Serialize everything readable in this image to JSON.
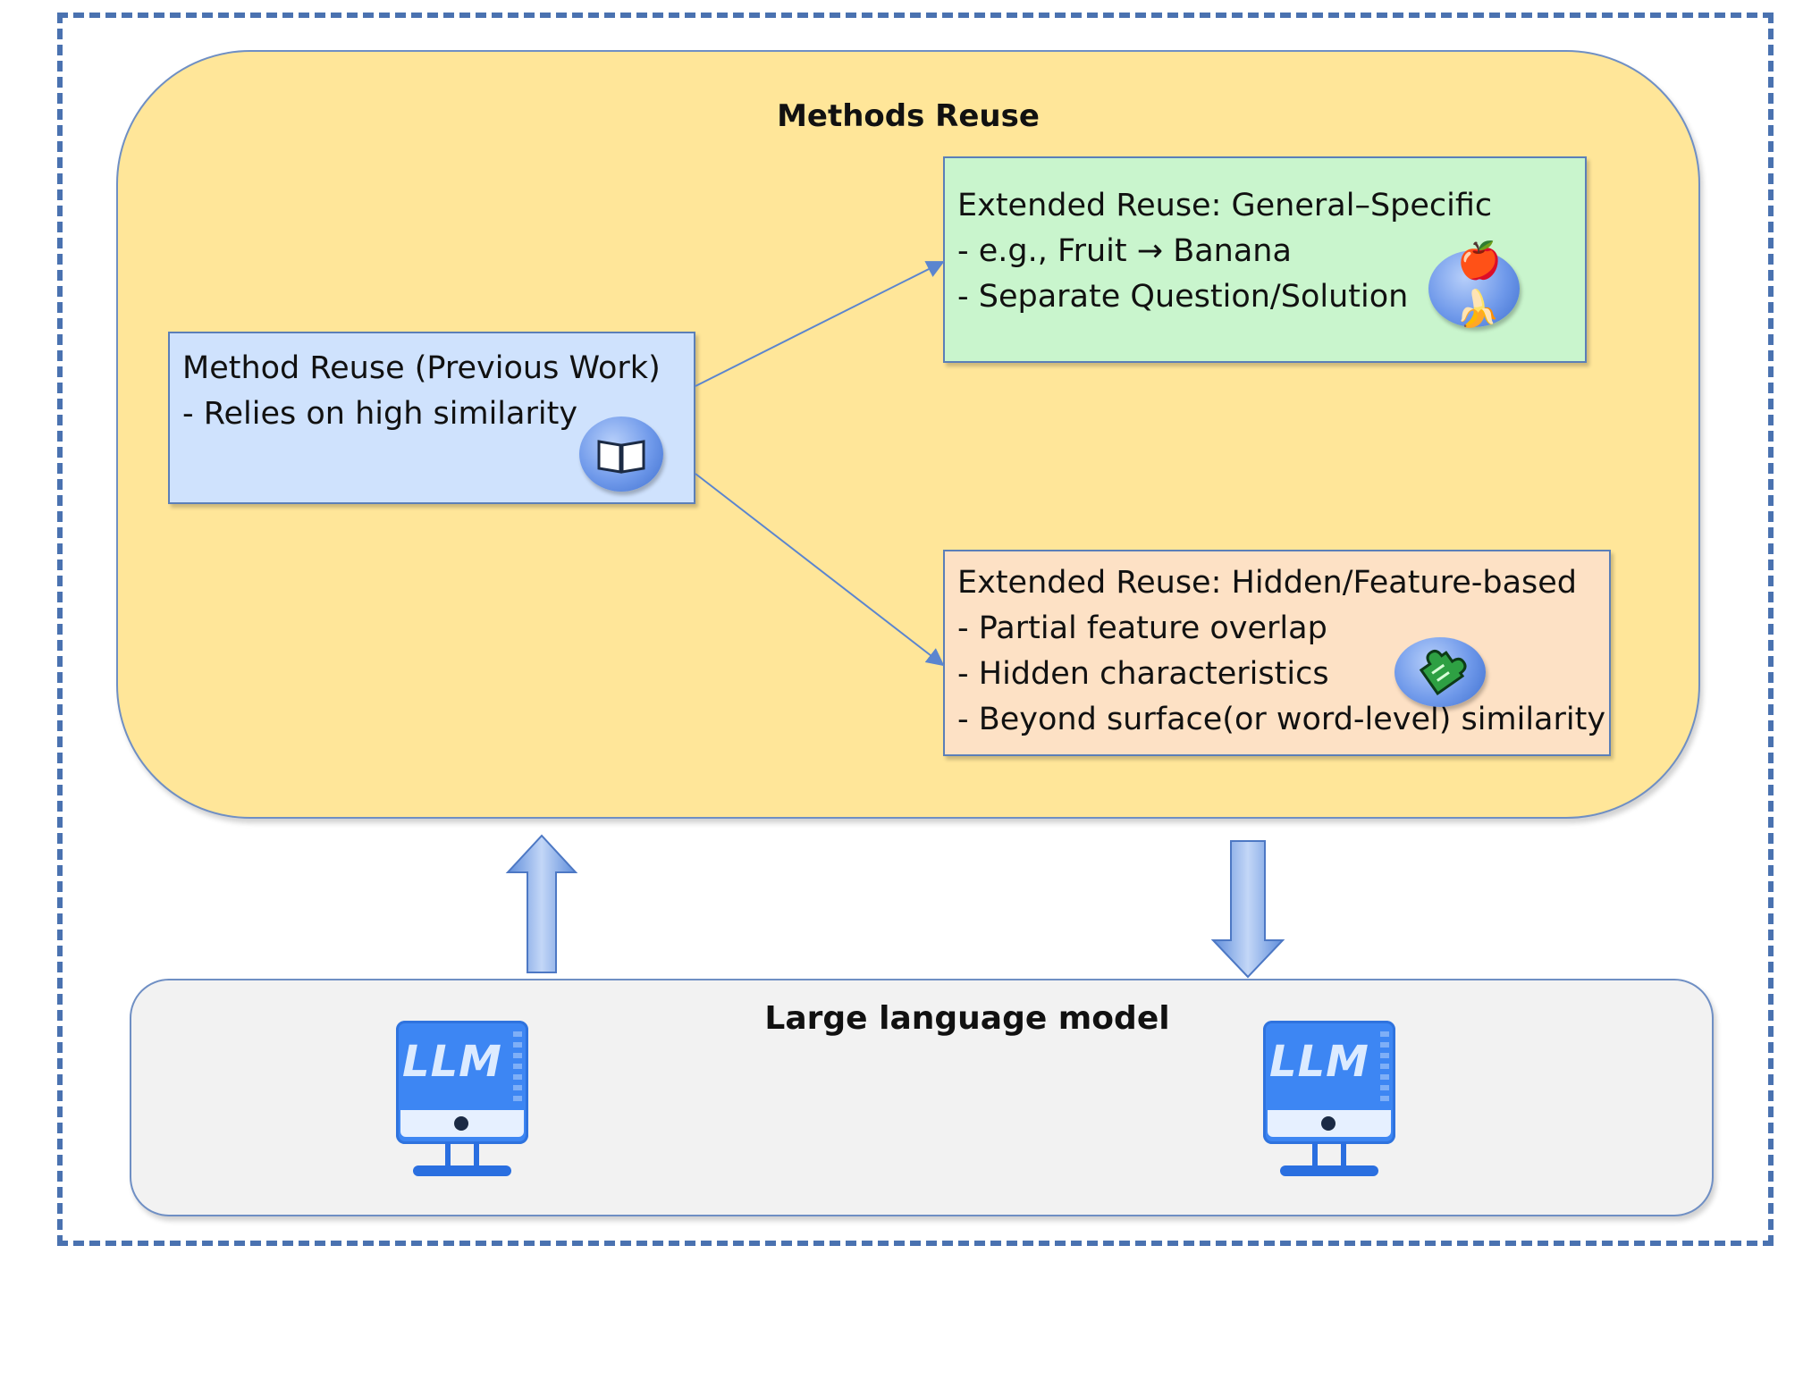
{
  "diagram": {
    "methods_reuse": {
      "title": "Methods Reuse"
    },
    "method_reuse_box": {
      "line1": "Method Reuse (Previous Work)",
      "line2": "- Relies on high similarity",
      "icon": "book-icon"
    },
    "general_specific_box": {
      "line1": "Extended Reuse: General–Specific",
      "line2": "- e.g., Fruit → Banana",
      "line3": "- Separate Question/Solution",
      "icon": "fruit-icon"
    },
    "hidden_feature_box": {
      "line1": "Extended Reuse: Hidden/Feature-based",
      "line2": "- Partial feature overlap",
      "line3": "- Hidden characteristics",
      "line4": "- Beyond surface(or word-level) similarity",
      "icon": "puzzle-icon"
    },
    "llm_panel": {
      "title": "Large language model",
      "monitor_label": "LLM",
      "icon": "llm-monitor-icon"
    },
    "colors": {
      "frame": "#4a72b0",
      "methods_fill": "#ffe699",
      "method_box_fill": "#cfe2fd",
      "general_box_fill": "#c9f5cd",
      "hidden_box_fill": "#fde1c5",
      "llm_fill": "#f2f2f2",
      "arrow": "#6b95d8"
    }
  }
}
